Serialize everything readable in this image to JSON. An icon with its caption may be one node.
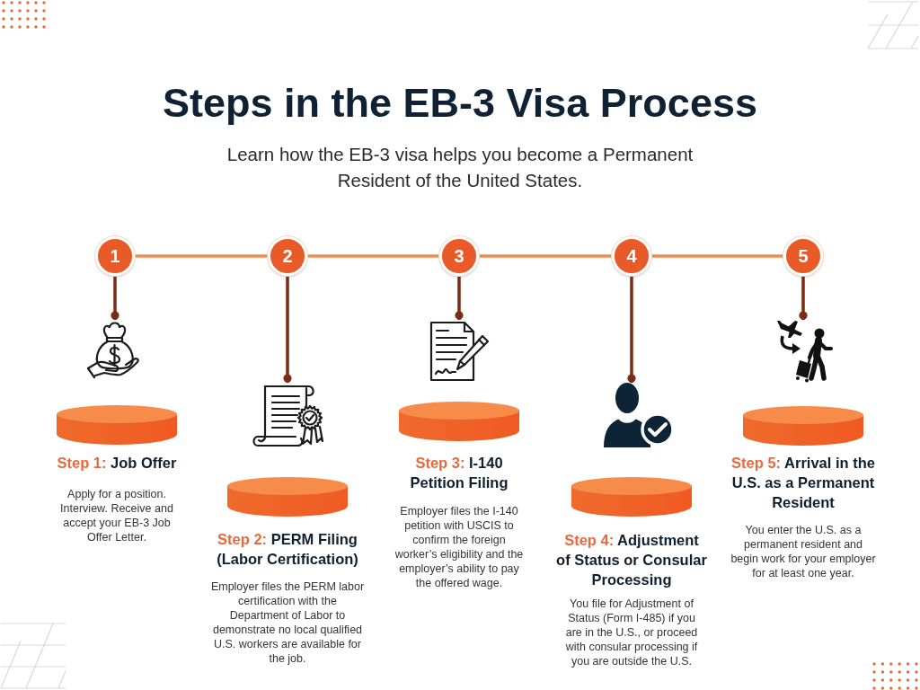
{
  "diagram": {
    "title": "Steps in the EB-3 Visa Process",
    "nodes": [
      {
        "text": [
          "1"
        ]
      },
      {
        "text": [
          "2"
        ]
      },
      {
        "text": [
          "3"
        ]
      },
      {
        "text": [
          "4"
        ]
      },
      {
        "text": [
          "5"
        ]
      },
      {
        "text": [],
        "shape": "picture"
      },
      {
        "text": [],
        "shape": "picture"
      },
      {
        "text": [],
        "shape": "picture"
      },
      {
        "text": [],
        "shape": "picture"
      },
      {
        "text": [],
        "shape": "picture"
      },
      {
        "text": [
          "Step 1: Job Offer",
          "Apply for a position. Interview. Receive and accept your EB-3 Job Offer Letter."
        ]
      },
      {
        "text": [
          "Step 2: PERM Filing (Labor Certification)",
          "Employer files the PERM labor certification with the Department of Labor to demonstrate no local qualified U.S. workers are available for the job."
        ]
      },
      {
        "text": [
          "Step 3: I-140 Petition Filing",
          "Employer files the I-140 petition with USCIS to confirm the foreign worker’s eligibility and the employer’s ability to pay the offered wage."
        ]
      },
      {
        "text": [
          "Step 4: Adjustment of Status or Consular Processing",
          "You file for Adjustment of Status (Form I-485) if you are in the U.S., or proceed with consular processing if you are outside the U.S."
        ]
      },
      {
        "text": [
          "Step 5: Arrival in the U.S. as a Permanent Resident",
          "You enter the U.S. as a permanent resident and begin work for your employer for at least one year."
        ]
      }
    ],
    "edges": [
      {
        "from": 0,
        "to": 1,
        "arrow": "none",
        "color": "#f28b50"
      },
      {
        "from": 1,
        "to": 2,
        "arrow": "none",
        "color": "#f28b50"
      },
      {
        "from": 2,
        "to": 3,
        "arrow": "none",
        "color": "#f28b50"
      },
      {
        "from": 3,
        "to": 4,
        "arrow": "none",
        "color": "#f28b50"
      },
      {
        "from": 0,
        "to": 5,
        "arrow": "other"
      },
      {
        "from": 1,
        "to": 6,
        "arrow": "other"
      },
      {
        "from": 2,
        "to": 7,
        "arrow": "other"
      },
      {
        "from": 3,
        "to": 8,
        "arrow": "other"
      },
      {
        "from": 4,
        "to": 9,
        "arrow": "other"
      }
    ],
    "labels": [
      "Learn how the EB-3 visa helps you become a Permanent Resident of the United States."
    ]
  }
}
